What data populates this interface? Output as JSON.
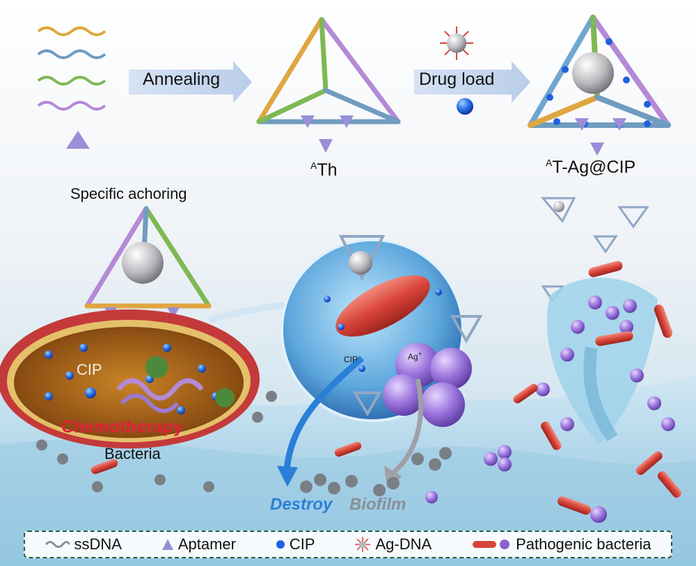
{
  "steps": {
    "annealing": "Annealing",
    "drug_load": "Drug load"
  },
  "structures": {
    "th_sup": "A",
    "th_main": "Th",
    "tag_sup": "A",
    "tag_main": "T-Ag@CIP"
  },
  "labels": {
    "specific_anchoring": "Specific achoring",
    "cip_inside": "CIP",
    "chemotherapy": "Chemotherapy",
    "bacteria": "Bacteria",
    "cip_small": "CIP",
    "ag_ion": "Ag",
    "ag_sup": "+",
    "destroy": "Destroy",
    "biofilm": "Biofilm"
  },
  "legend": {
    "ssdna": "ssDNA",
    "aptamer": "Aptamer",
    "cip": "CIP",
    "agdna": "Ag-DNA",
    "pathogenic": "Pathogenic bacteria"
  },
  "colors": {
    "strand_yellow": "#e0a640",
    "strand_blue": "#6f9cc0",
    "strand_green": "#7fb855",
    "strand_purple": "#b48ad6",
    "aptamer": "#9a8fd6",
    "cip_blue": "#1f5fe0",
    "rod_red": "#d8443a",
    "cocci_purple": "#8c5fd0",
    "chemo_red": "#e0203a",
    "destroy_blue": "#2a7fd8"
  }
}
